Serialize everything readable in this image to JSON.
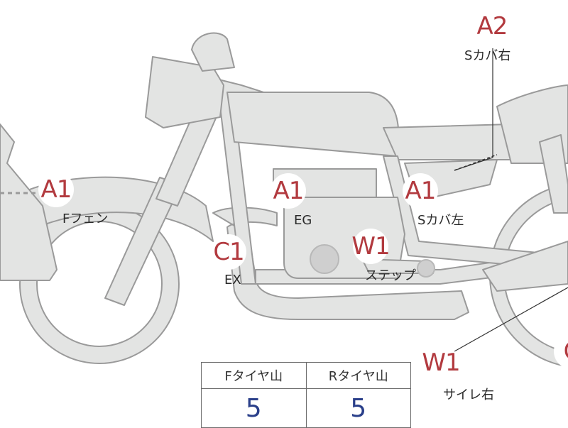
{
  "markers": {
    "a2": {
      "code": "A2",
      "label": "Sカバ右"
    },
    "a1_fender": {
      "code": "A1",
      "label": "Fフェン"
    },
    "a1_engine": {
      "code": "A1",
      "label": "EG"
    },
    "a1_sidecover": {
      "code": "A1",
      "label": "Sカバ左"
    },
    "c1_exhaust": {
      "code": "C1",
      "label": "EX"
    },
    "w1_step": {
      "code": "W1",
      "label": "ステップ"
    },
    "w1_muffler": {
      "code": "W1",
      "label": "サイレ右"
    },
    "c_cut": {
      "code": "C"
    }
  },
  "tread_table": {
    "headers": [
      "Fタイヤ山",
      "Rタイヤ山"
    ],
    "values": [
      "5",
      "5"
    ]
  },
  "colors": {
    "bike_fill": "#e3e4e3",
    "bike_stroke": "#9a9a9a",
    "code_text": "#b23a3f",
    "value_text": "#2a3f8a"
  }
}
